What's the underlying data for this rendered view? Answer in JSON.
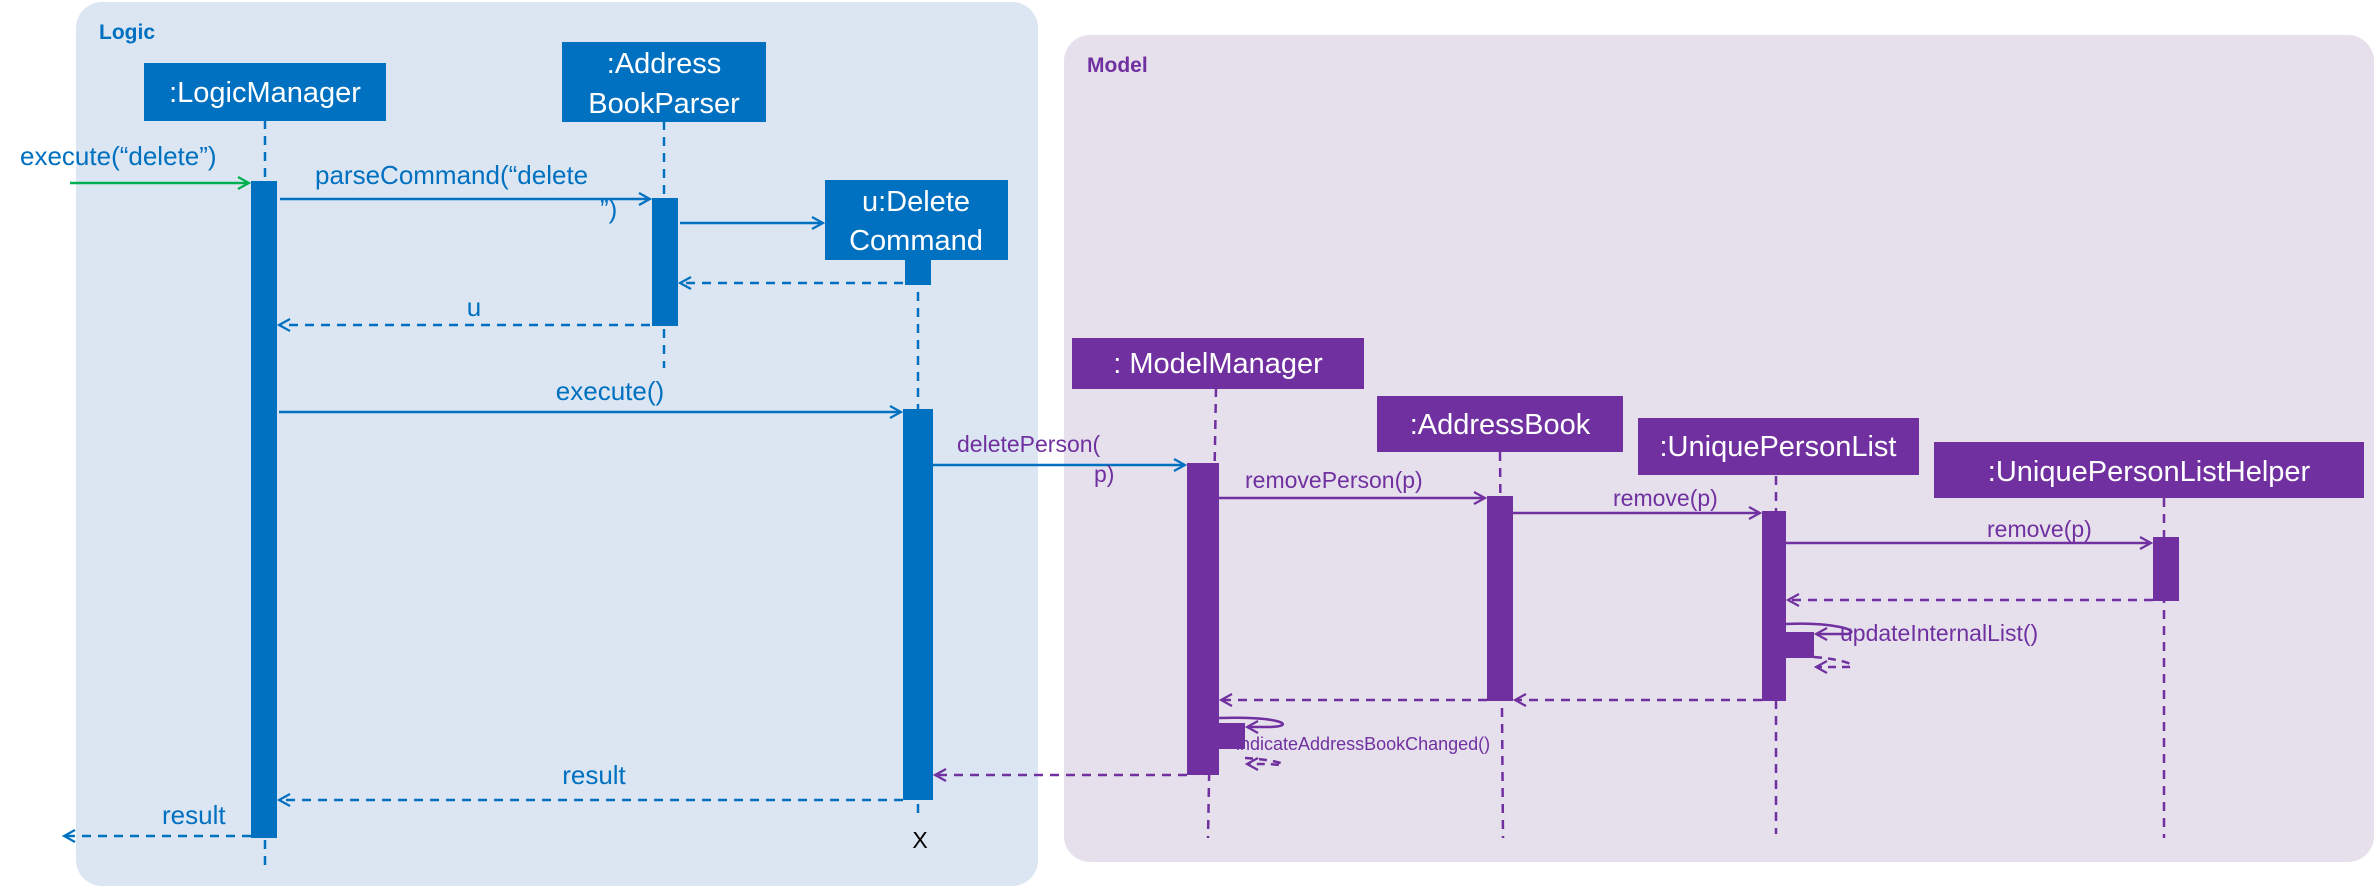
{
  "frames": {
    "logic": {
      "title": "Logic"
    },
    "model": {
      "title": "Model"
    }
  },
  "participants": {
    "logic_manager": {
      "label": ":LogicManager"
    },
    "parser": {
      "line1": ":Address",
      "line2": "BookParser"
    },
    "delete_command": {
      "line1": "u:Delete",
      "line2": "Command"
    },
    "model_manager": {
      "label": ": ModelManager"
    },
    "address_book": {
      "label": ":AddressBook"
    },
    "unique_person_list": {
      "label": ":UniquePersonList"
    },
    "unique_person_list_helper": {
      "label": ":UniquePersonListHelper"
    }
  },
  "messages": {
    "execute_delete": "execute(“delete”)",
    "parse_command_1": "parseCommand(“delete",
    "parse_command_2": "”)",
    "return_u": "u",
    "execute": "execute()",
    "delete_person_1": "deletePerson(",
    "delete_person_2": "p)",
    "remove_person": "removePerson(p)",
    "remove_1": "remove(p)",
    "remove_2": "remove(p)",
    "update_internal_list": "updateInternalList()",
    "indicate_changed": "indicateAddressBookChanged()",
    "result_1": "result",
    "result_2": "result",
    "destroy_mark": "X"
  },
  "colors": {
    "logic_frame_bg": "#dce6f2",
    "model_frame_bg": "#e6e0ec",
    "logic_blue": "#0070c0",
    "model_purple": "#7030a0",
    "found_message_green": "#00b050"
  }
}
